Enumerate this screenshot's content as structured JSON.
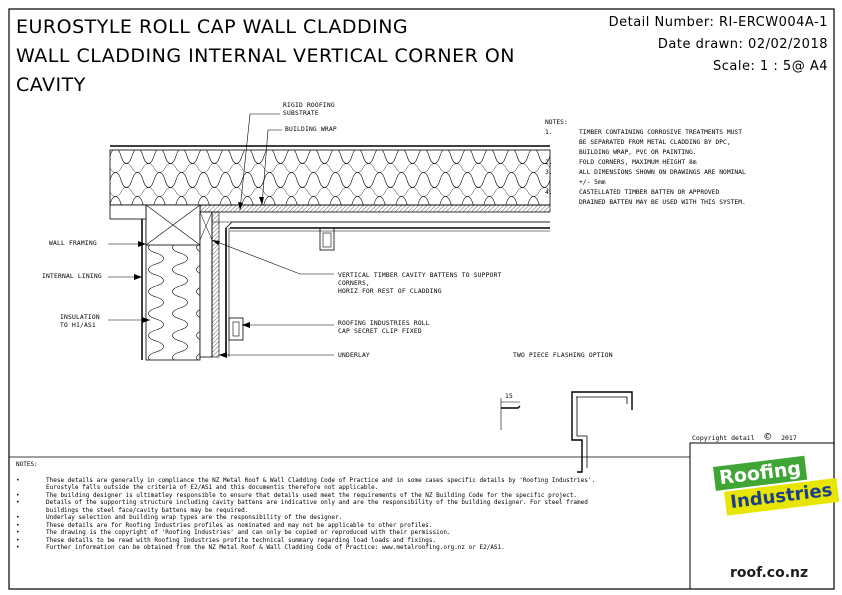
{
  "header": {
    "title_lines": [
      "EUROSTYLE ROLL CAP WALL CLADDING",
      "WALL CLADDING INTERNAL VERTICAL CORNER ON",
      "CAVITY"
    ],
    "detail_number": "Detail Number:  RI-ERCW004A-1",
    "date_drawn": "Date drawn:  02/02/2018",
    "scale": "Scale:   1 : 5@ A4"
  },
  "labels": {
    "rigid_roofing": [
      "RIGID ROOFING",
      "SUBSTRATE"
    ],
    "building_wrap": "BUILDING WRAP",
    "wall_framing": "WALL FRAMING",
    "internal_lining": "INTERNAL LINING",
    "insulation": [
      "INSULATION",
      "TO H1/AS1"
    ],
    "batten": [
      "VERTICAL TIMBER CAVITY BATTENS TO SUPPORT",
      "CORNERS,",
      "HORIZ FOR REST OF CLADDING"
    ],
    "clip": [
      "ROOFING INDUSTRIES ROLL",
      "CAP SECRET CLIP FIXED"
    ],
    "underlay": "UNDERLAY",
    "two_piece": "TWO PIECE FLASHING OPTION",
    "dim_15": "15"
  },
  "notes": {
    "heading": "NOTES:",
    "items": [
      {
        "num": "1.",
        "text": "TIMBER CONTAINING CORROSIVE TREATMENTS MUST BE SEPARATED FROM METAL CLADDING BY DPC, BUILDING WRAP, PVC OR PAINTING."
      },
      {
        "num": "2.",
        "text": "FOLD CORNERS, MAXIMUM HEIGHT 8m"
      },
      {
        "num": "3.",
        "text": "ALL DIMENSIONS SHOWN ON DRAWINGS ARE NOMINAL +/- 5mm"
      },
      {
        "num": "4.",
        "text": "CASTELLATED TIMBER BATTEN OR APPROVED DRAINED BATTEN MAY BE USED WITH THIS SYSTEM."
      }
    ]
  },
  "footer": {
    "heading": "NOTES:",
    "bullet": "•",
    "items": [
      "These details are generally in compliance the NZ Metal Roof & Wall Cladding Code of Practice and in some cases specific details by 'Roofing Industries'.   Eurostyle falls outside the criteria of E2/AS1 and this documentis therefore not applicable.",
      "The building designer is ultimatley responsible to ensure that details used meet the requirements of the NZ Building Code for the specific project.",
      "Details of the supporting structure including cavity battens are indicative only and are the responsibility of the building designer.  For steel framed buildings the steel face/cavity battens may be required.",
      "Underlay selection and building wrap types are the responsibility of the designer.",
      "These details are for Roofing Industries profiles as nominated and may not be applicable to other profiles.",
      "The drawing is the copyright of 'Roofing Industries' and can only be copied or reproduced with their permission.",
      "These details to be read with Roofing Industries profile technical summary regarding load loads and fixings.",
      "Further information can be obtained from the NZ Metal Roof & Wall Cladding Code of Practice: www.metalroofing.org.nz or E2/AS1."
    ]
  },
  "copyright": {
    "text": "Copyright detail",
    "symbol": "©",
    "year": "2017"
  },
  "logo": {
    "word1": "Roofing",
    "word2": "Industries",
    "url": "roof.co.nz",
    "green": "#3fa535",
    "yellow": "#e8e500",
    "blue": "#1a3e8f"
  }
}
